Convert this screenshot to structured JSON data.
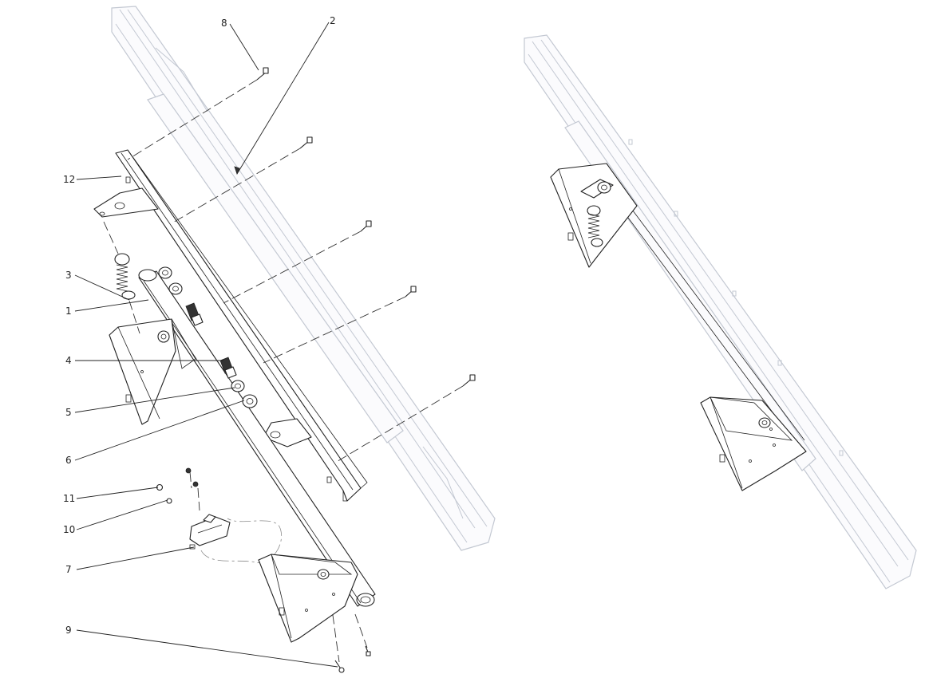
{
  "callouts": [
    {
      "id": "1",
      "label": "1"
    },
    {
      "id": "2",
      "label": "2"
    },
    {
      "id": "3",
      "label": "3"
    },
    {
      "id": "4",
      "label": "4"
    },
    {
      "id": "5",
      "label": "5"
    },
    {
      "id": "6",
      "label": "6"
    },
    {
      "id": "7",
      "label": "7"
    },
    {
      "id": "8",
      "label": "8"
    },
    {
      "id": "9",
      "label": "9"
    },
    {
      "id": "10",
      "label": "10"
    },
    {
      "id": "11",
      "label": "11"
    },
    {
      "id": "12",
      "label": "12"
    }
  ],
  "colors": {
    "ink": "#222222",
    "ghost": "#c3c8d2",
    "background": "#ffffff"
  }
}
